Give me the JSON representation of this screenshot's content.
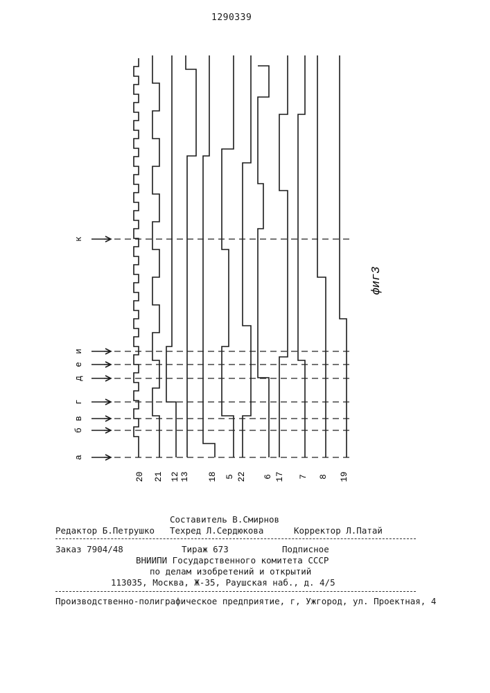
{
  "document": {
    "patent_number": "1290339",
    "figure_caption": "фиг3"
  },
  "diagram": {
    "event_markers": [
      "а",
      "б",
      "в",
      "г",
      "д",
      "е",
      "и",
      "к"
    ],
    "signal_labels": [
      "20",
      "21",
      "12",
      "13",
      "18",
      "5",
      "22",
      "6",
      "17",
      "7",
      "8",
      "19"
    ]
  },
  "imprint": {
    "editor": "Редактор Б.Петрушко",
    "compiler": "Составитель В.Смирнов",
    "tech_editor": "Техред Л.Сердюкова",
    "proofreader": "Корректор Л.Патай",
    "order": "Заказ  7904/48",
    "circulation": "Тираж 673",
    "subscription": "Подписное",
    "org_line1": "ВНИИПИ Государственного комитета СССР",
    "org_line2": "по делам изобретений и открытий",
    "address": "113035, Москва, Ж-35, Раушская наб., д. 4/5",
    "printer": "Производственно-полиграфическое предприятие, г, Ужгород, ул. Проектная, 4"
  }
}
